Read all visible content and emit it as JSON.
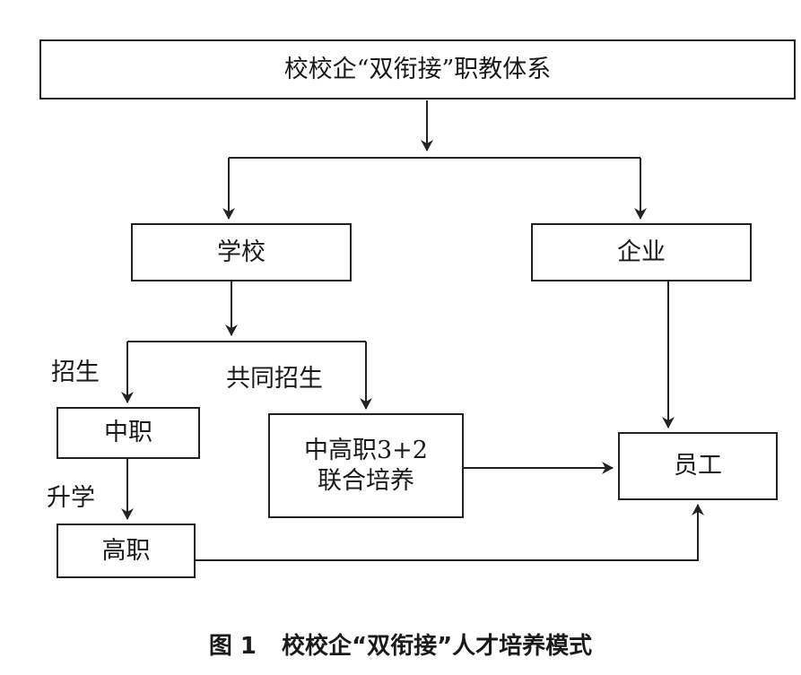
{
  "diagram": {
    "nodes": {
      "system": "校校企“双衔接”职教体系",
      "school": "学校",
      "enterprise": "企业",
      "secondary_vocational": "中职",
      "joint_program_line1": "中高职3+2",
      "joint_program_line2": "联合培养",
      "employee": "员工",
      "higher_vocational": "高职"
    },
    "edge_labels": {
      "enroll": "招生",
      "joint_enroll": "共同招生",
      "advance": "升学"
    }
  },
  "caption": {
    "number": "图 1",
    "title": "校校企“双衔接”人才培养模式"
  }
}
